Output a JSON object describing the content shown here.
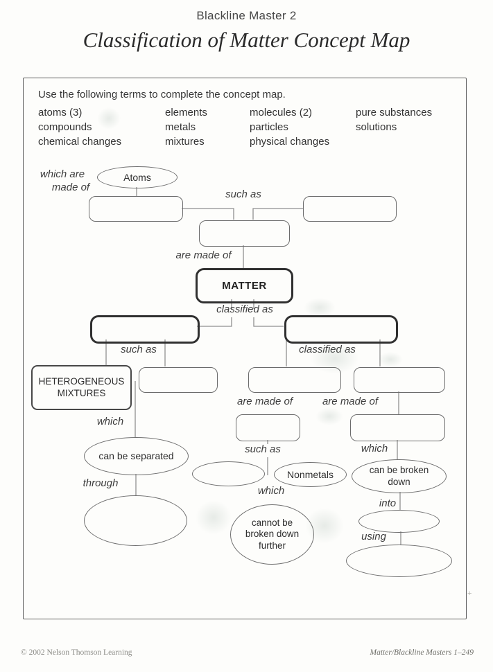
{
  "header": {
    "kicker": "Blackline Master 2",
    "title": "Classification of Matter Concept Map"
  },
  "instructions": "Use the following terms to complete the concept map.",
  "term_bank": {
    "columns": [
      [
        "atoms (3)",
        "compounds",
        "chemical changes"
      ],
      [
        "elements",
        "metals",
        "mixtures"
      ],
      [
        "molecules (2)",
        "particles",
        "physical changes"
      ],
      [
        "pure substances",
        "solutions"
      ]
    ]
  },
  "concept_map": {
    "filled_nodes": {
      "atoms": "Atoms",
      "matter": "MATTER",
      "heterogeneous_mixtures": "HETEROGENEOUS MIXTURES",
      "can_be_separated": "can be separated",
      "nonmetals": "Nonmetals",
      "can_be_broken_down": "can be broken down",
      "cannot_be_broken_down_further": "cannot be broken down further"
    },
    "link_labels": {
      "which_are_line1": "which are",
      "which_are_line2": "made of",
      "such_as_top": "such as",
      "are_made_of_top": "are made of",
      "classified_as_top": "classified as",
      "such_as_left": "such as",
      "classified_as_right": "classified as",
      "are_made_of_mid": "are made of",
      "are_made_of_right": "are made of",
      "which_left": "which",
      "through": "through",
      "such_as_mid": "such as",
      "which_mid": "which",
      "which_right": "which",
      "into": "into",
      "using": "using"
    }
  },
  "footer": {
    "copyright": "© 2002 Nelson Thomson Learning",
    "reference": "Matter/Blackline Masters 1–249"
  }
}
